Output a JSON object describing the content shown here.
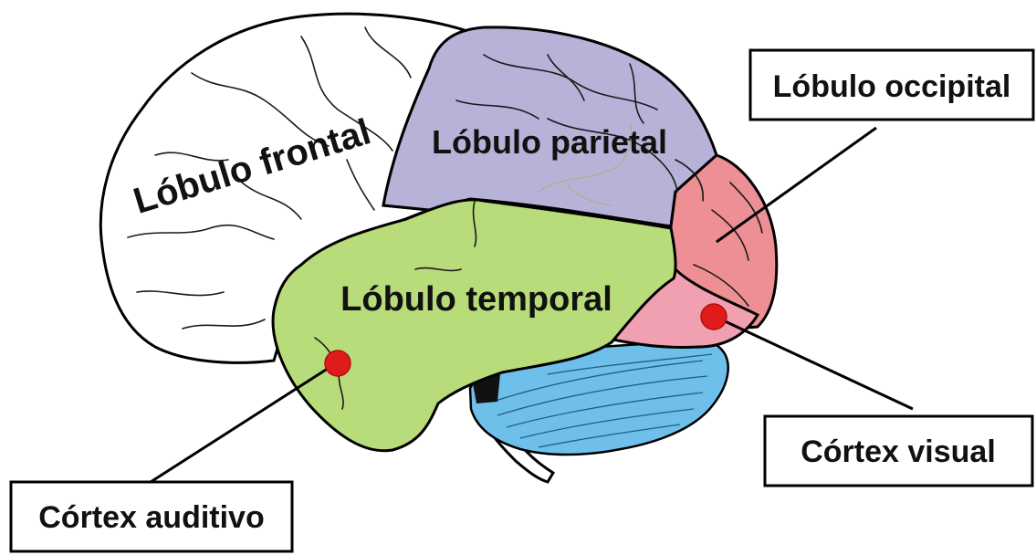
{
  "lobes": {
    "frontal": "Lóbulo frontal",
    "parietal": "Lóbulo parietal",
    "temporal": "Lóbulo temporal"
  },
  "callouts": {
    "occipital": "Lóbulo occipital",
    "visual": "Córtex visual",
    "auditivo": "Córtex auditivo"
  },
  "colors": {
    "frontal": "#ffffff",
    "parietal": "#b7b2d8",
    "temporal": "#b8dc7a",
    "occipital": "#ee8f95",
    "occipital_lower": "#f0a0b0",
    "cerebellum": "#6ec0ea",
    "brainstem": "#ffffff",
    "marker": "#e01b1b"
  },
  "icons": {
    "marker": "red-dot-marker-icon"
  }
}
